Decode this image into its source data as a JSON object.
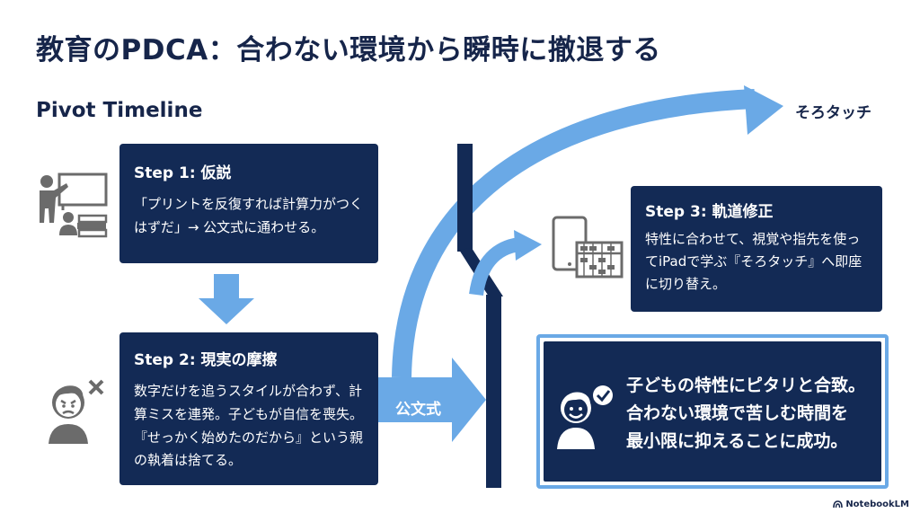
{
  "title": "教育のPDCA：合わない環境から瞬時に撤退する",
  "subtitle": "Pivot Timeline",
  "steps": [
    {
      "title": "Step 1: 仮説",
      "body": "「プリントを反復すれば計算力がつくはずだ」→ 公文式に通わせる。"
    },
    {
      "title": "Step 2: 現実の摩擦",
      "body": "数字だけを追うスタイルが合わず、計算ミスを連発。子どもが自信を喪失。『せっかく始めたのだから』という親の執着は捨てる。"
    },
    {
      "title": "Step 3: 軌道修正",
      "body": "特性に合わせて、視覚や指先を使ってiPadで学ぶ『そろタッチ』へ即座に切り替え。"
    }
  ],
  "result": {
    "text": "子どもの特性にピタリと合致。\n合わない環境で苦しむ時間を\n最小限に抑えることに成功。"
  },
  "arrows": {
    "formula_label": "公文式",
    "sorotouch_label": "そろタッチ"
  },
  "icons": {
    "step1": "teacher-classroom-icon",
    "step2": "frustrated-child-icon",
    "step3": "tablet-abacus-icon",
    "result": "happy-child-check-icon"
  },
  "colors": {
    "navy": "#132a55",
    "accent_blue": "#6aa9e6",
    "text": "#16254a"
  },
  "footer": "NotebookLM"
}
